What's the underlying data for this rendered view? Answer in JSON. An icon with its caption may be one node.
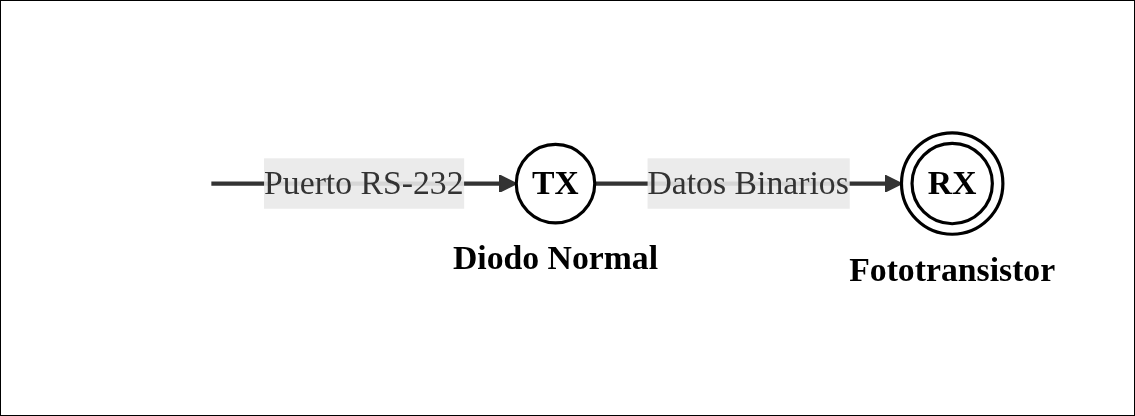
{
  "diagram": {
    "nodes": [
      {
        "text": [
          "TX"
        ],
        "beside": [
          "Diodo Normal"
        ]
      },
      {
        "text": [
          "RX"
        ],
        "beside": [
          "Fototransistor"
        ]
      }
    ],
    "edges": [
      {
        "from": null,
        "to": 0,
        "arrow": "to",
        "label": "Puerto RS-232"
      },
      {
        "from": 0,
        "to": 1,
        "arrow": "to",
        "label": "Datos Binarios"
      }
    ]
  }
}
